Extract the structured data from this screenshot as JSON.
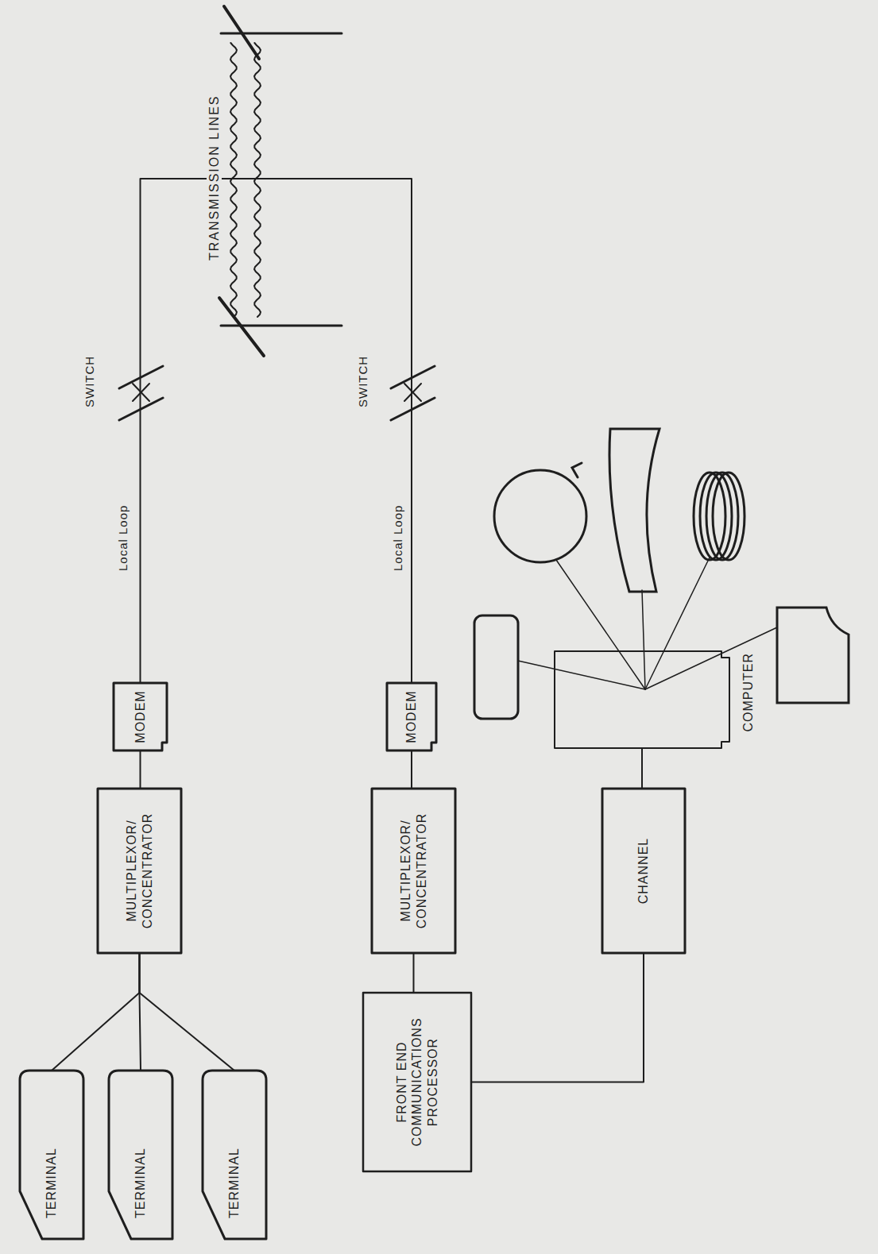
{
  "diagram": {
    "nodes": [
      {
        "text": [
          "TERMINAL"
        ]
      },
      {
        "text": [
          "TERMINAL"
        ]
      },
      {
        "text": [
          "TERMINAL"
        ]
      },
      {
        "text": [
          "MULTIPLEXOR/ CONCENTRATOR"
        ]
      },
      {
        "text": [
          "MODEM"
        ]
      },
      {
        "text": [
          "MULTIPLEXOR/ CONCENTRATOR"
        ]
      },
      {
        "text": [
          "MODEM"
        ]
      },
      {
        "text": [
          "FRONT END COMMUNICATIONS PROCESSOR"
        ]
      },
      {
        "text": [
          "CHANNEL"
        ]
      },
      {
        "text": [
          "COMPUTER"
        ]
      }
    ],
    "edges": [
      {
        "from": 0,
        "to": 3,
        "arrow": "none"
      },
      {
        "from": 1,
        "to": 3,
        "arrow": "none"
      },
      {
        "from": 2,
        "to": 3,
        "arrow": "none"
      },
      {
        "from": 3,
        "to": 4,
        "arrow": "none"
      },
      {
        "from": 4,
        "to": 6,
        "arrow": "none"
      },
      {
        "from": 5,
        "to": 6,
        "arrow": "none"
      },
      {
        "from": 7,
        "to": 5,
        "arrow": "none"
      },
      {
        "from": 7,
        "to": 8,
        "arrow": "none"
      },
      {
        "from": 8,
        "to": 9,
        "arrow": "none"
      }
    ],
    "labels": [
      "SWITCH",
      "Local Loop",
      "SWITCH",
      "Local Loop",
      "TRANSMISSION LINES"
    ]
  }
}
